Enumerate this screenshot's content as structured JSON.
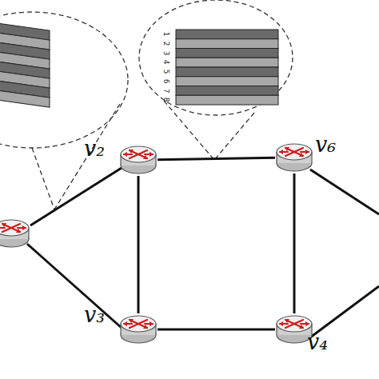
{
  "diagram": {
    "nodes": [
      {
        "text": [
          "v₂"
        ]
      },
      {
        "text": [
          "v₆"
        ]
      },
      {
        "text": [
          "v₃"
        ]
      },
      {
        "text": [
          "v₄"
        ]
      }
    ],
    "edges": [
      {
        "from": 0,
        "to": 1,
        "arrow": "none"
      },
      {
        "from": 0,
        "to": 2,
        "arrow": "none"
      },
      {
        "from": 2,
        "to": 3,
        "arrow": "none"
      },
      {
        "from": 1,
        "to": 3,
        "arrow": "none"
      }
    ],
    "labels": [
      "1",
      "2",
      "3",
      "4",
      "5",
      "6",
      "7",
      "8"
    ]
  }
}
